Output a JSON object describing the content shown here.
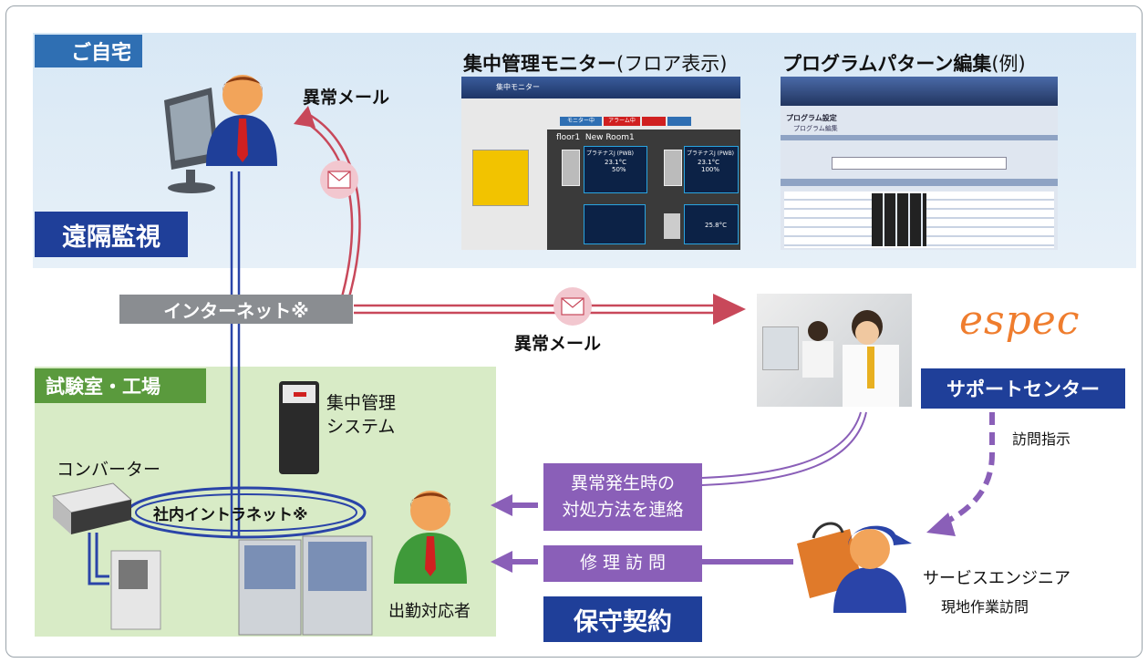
{
  "zones": {
    "home": "ご自宅",
    "lab": "試験室・工場"
  },
  "badges": {
    "remote_monitoring": "遠隔監視",
    "maintenance_contract": "保守契約"
  },
  "screenshots": {
    "monitor_title_main": "集中管理モニター",
    "monitor_title_sub": "(フロア表示)",
    "program_title_main": "プログラムパターン編集",
    "program_title_sub": "(例)",
    "monitor_ui": {
      "header": "集中モニター",
      "floor": "floor1",
      "room": "New Room1",
      "monitor_btn": "モニター中",
      "alarm_btn": "アラーム中",
      "unit1": "プラチナスJ (PWB)",
      "unit2": "プラチナスJ (PWB)",
      "temp1": "23.1°C",
      "humid1": "50%",
      "temp2": "23.1°C",
      "humid2": "100%",
      "temp3": "25.8°C"
    },
    "program_ui": {
      "heading": "プログラム設定",
      "subheading": "プログラム編集"
    }
  },
  "labels": {
    "anomaly_mail_top": "異常メール",
    "anomaly_mail_middle": "異常メール",
    "internet": "インターネット※",
    "intranet": "社内イントラネット※",
    "central_system_line1": "集中管理",
    "central_system_line2": "システム",
    "converter": "コンバーター",
    "onsite_person": "出勤対応者",
    "support_center": "サポートセンター",
    "visit_instruction": "訪問指示",
    "service_engineer": "サービスエンジニア",
    "onsite_visit": "現地作業訪問",
    "contact_line1": "異常発生時の",
    "contact_line2": "対処方法を連絡",
    "repair_visit": "修 理 訪 問",
    "brand": "espec"
  },
  "colors": {
    "zone_home_blue": "#2f6fb3",
    "zone_lab_green": "#5a9a3d",
    "badge_navy": "#1f3f99",
    "mail_arrow_red": "#c8485a",
    "purple_arrow": "#8a5fb8",
    "network_blue": "#2a44a8",
    "brand_orange": "#ef7d2e"
  },
  "icons": [
    "envelope-icon",
    "person-icon",
    "computer-icon",
    "toolbox-icon",
    "engineer-icon"
  ]
}
